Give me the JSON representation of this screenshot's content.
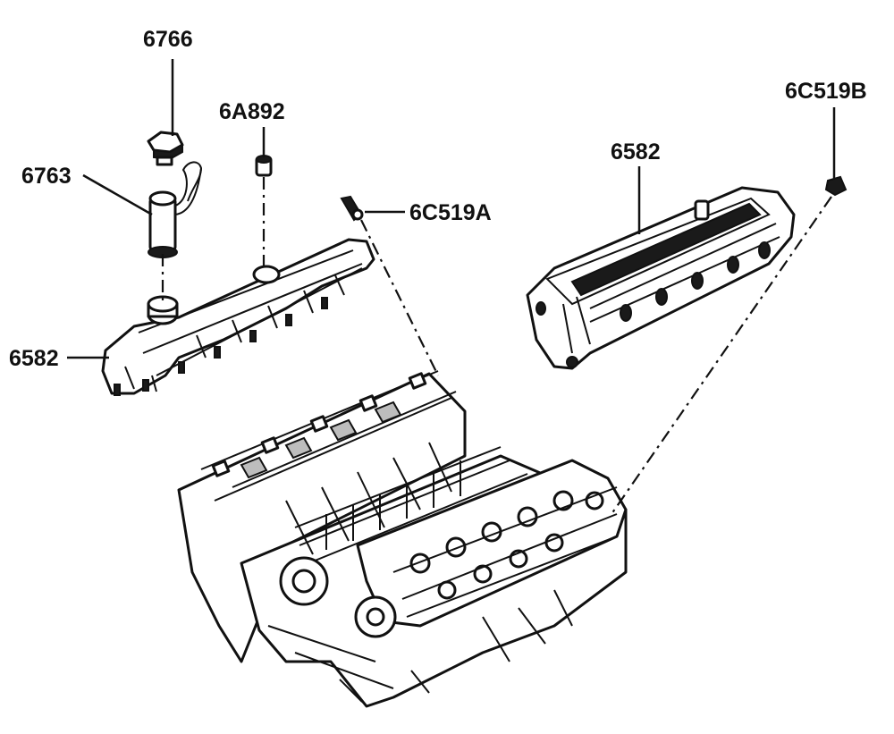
{
  "callouts": {
    "oil_filler_cap": "6766",
    "oil_filler_tube": "6763",
    "grommet": "6A892",
    "left_valve_cover": "6582",
    "right_valve_cover": "6582",
    "sensor_left": "6C519A",
    "sensor_right": "6C519B"
  }
}
